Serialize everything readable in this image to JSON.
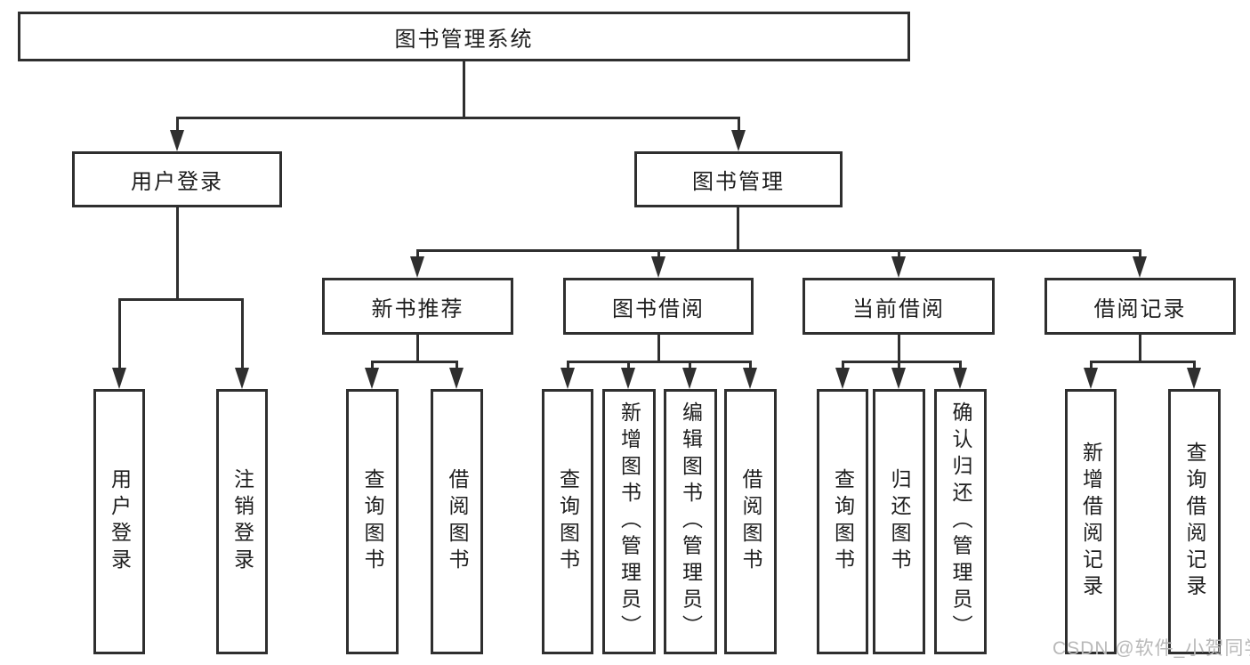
{
  "tree": {
    "root": {
      "label": "图书管理系统",
      "children": [
        {
          "label": "用户登录",
          "children": [
            {
              "label": "用户登录"
            },
            {
              "label": "注销登录"
            }
          ]
        },
        {
          "label": "图书管理",
          "children": [
            {
              "label": "新书推荐",
              "children": [
                {
                  "label": "查询图书"
                },
                {
                  "label": "借阅图书"
                }
              ]
            },
            {
              "label": "图书借阅",
              "children": [
                {
                  "label": "查询图书"
                },
                {
                  "label": "新增图书（管理员）"
                },
                {
                  "label": "编辑图书（管理员）"
                },
                {
                  "label": "借阅图书"
                }
              ]
            },
            {
              "label": "当前借阅",
              "children": [
                {
                  "label": "查询图书"
                },
                {
                  "label": "归还图书"
                },
                {
                  "label": "确认归还（管理员）"
                }
              ]
            },
            {
              "label": "借阅记录",
              "children": [
                {
                  "label": "新增借阅记录"
                },
                {
                  "label": "查询借阅记录"
                }
              ]
            }
          ]
        }
      ]
    }
  },
  "watermark": {
    "text": "CSDN @软件_小贺同学"
  },
  "colors": {
    "line": "#2f2f2f",
    "text": "#1e1e1e",
    "watermark": "#b9b9b9",
    "background": "#ffffff"
  }
}
